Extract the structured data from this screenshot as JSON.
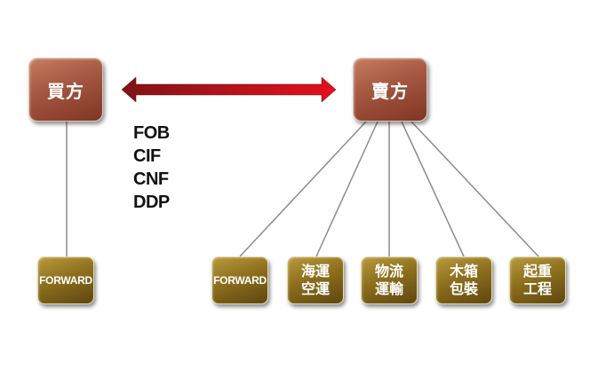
{
  "buyer": {
    "label": "買方"
  },
  "seller": {
    "label": "賣方"
  },
  "trade_terms": [
    "FOB",
    "CIF",
    "CNF",
    "DDP"
  ],
  "buyer_services": [
    {
      "lines": [
        "FORWARD"
      ]
    }
  ],
  "seller_services": [
    {
      "lines": [
        "FORWARD"
      ]
    },
    {
      "lines": [
        "海運",
        "空運"
      ]
    },
    {
      "lines": [
        "物流",
        "運輸"
      ]
    },
    {
      "lines": [
        "木箱",
        "包裝"
      ]
    },
    {
      "lines": [
        "起重",
        "工程"
      ]
    }
  ],
  "colors": {
    "party_box": "#a45640",
    "service_box": "#8d6f1d",
    "arrow": "#c8101e",
    "connector": "#8c8c8c"
  },
  "icons": {
    "exchange_arrow": "double-headed-arrow"
  }
}
